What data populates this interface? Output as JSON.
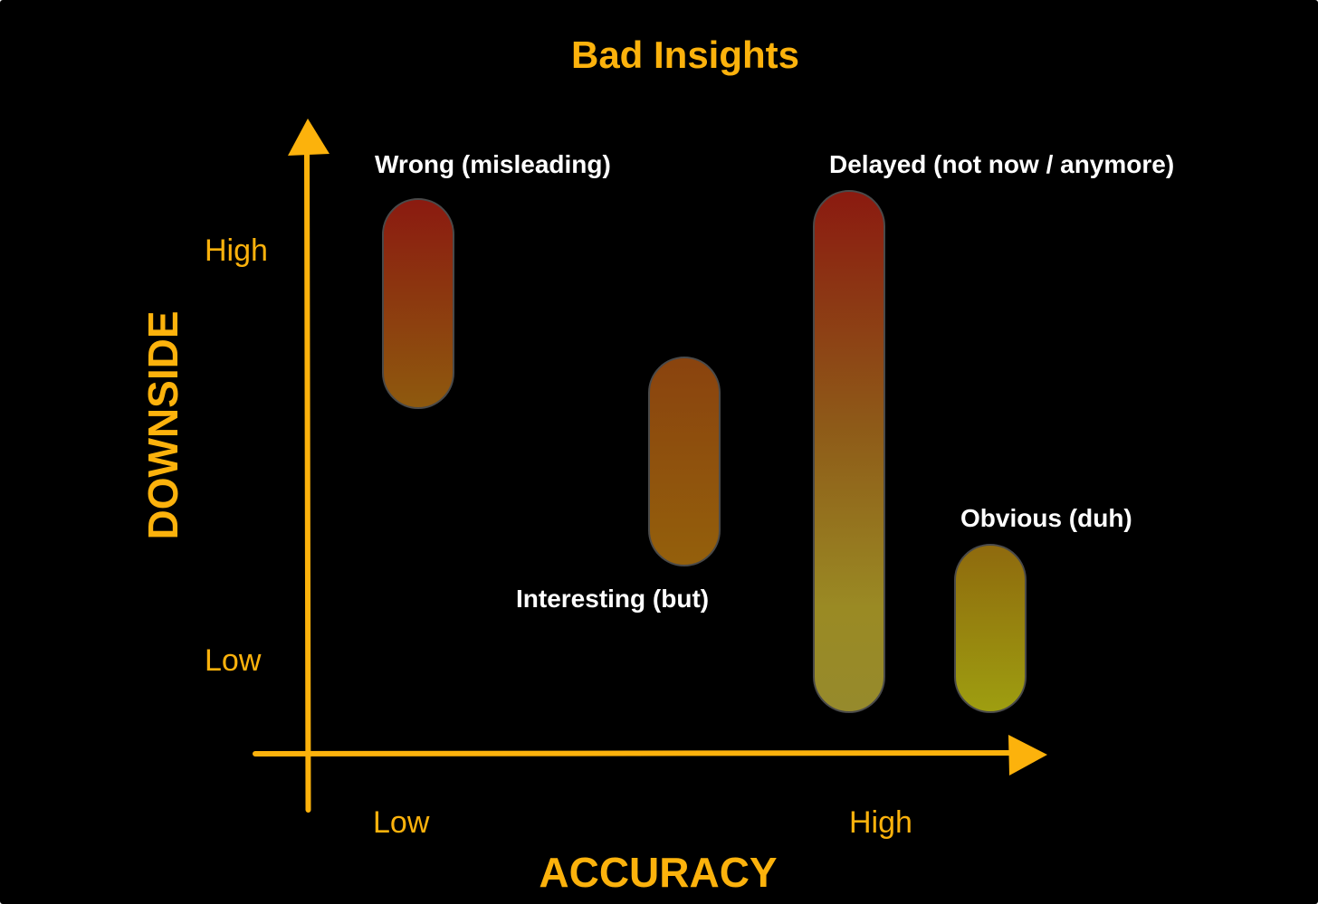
{
  "title": "Bad Insights",
  "colors": {
    "background": "#000000",
    "accent": "#FCB20C",
    "label": "#FFFFFF",
    "pill_stroke": "#4A4A4A",
    "pill_high": "#8A1A10",
    "pill_mid": "#8F4F0E",
    "pill_low": "#9A9A14"
  },
  "axes": {
    "x": {
      "label": "ACCURACY",
      "ticks": {
        "low": "Low",
        "high": "High"
      }
    },
    "y": {
      "label": "DOWNSIDE",
      "ticks": {
        "low": "Low",
        "high": "High"
      }
    }
  },
  "items": [
    {
      "label": "Wrong (misleading)"
    },
    {
      "label": "Interesting (but)"
    },
    {
      "label": "Delayed (not now / anymore)"
    },
    {
      "label": "Obvious (duh)"
    }
  ]
}
